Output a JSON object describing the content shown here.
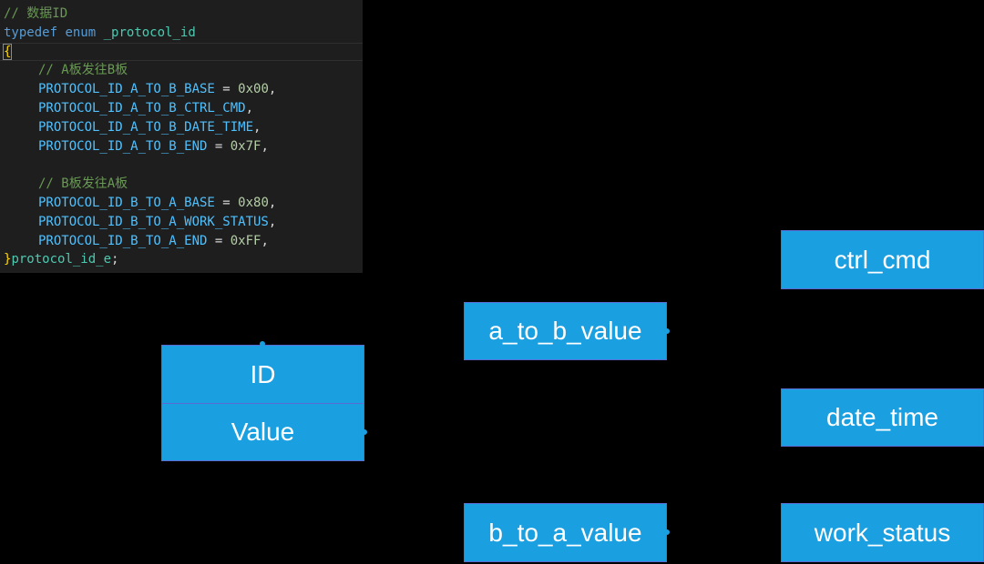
{
  "code": {
    "comment_data_id": "// 数据ID",
    "kw_typedef": "typedef",
    "kw_enum": "enum",
    "enum_name": "_protocol_id",
    "open_brace": "{",
    "comment_a_to_b": "// A板发往B板",
    "a_to_b_base": "PROTOCOL_ID_A_TO_B_BASE",
    "a_to_b_base_value": "0x00",
    "a_to_b_ctrl_cmd": "PROTOCOL_ID_A_TO_B_CTRL_CMD",
    "a_to_b_date_time": "PROTOCOL_ID_A_TO_B_DATE_TIME",
    "a_to_b_end": "PROTOCOL_ID_A_TO_B_END",
    "a_to_b_end_value": "0x7F",
    "comment_b_to_a": "// B板发往A板",
    "b_to_a_base": "PROTOCOL_ID_B_TO_A_BASE",
    "b_to_a_base_value": "0x80",
    "b_to_a_work_status": "PROTOCOL_ID_B_TO_A_WORK_STATUS",
    "b_to_a_end": "PROTOCOL_ID_B_TO_A_END",
    "b_to_a_end_value": "0xFF",
    "close_brace": "}",
    "typedef_name": "protocol_id_e",
    "semicolon": ";",
    "comma": ",",
    "equals": " = "
  },
  "diagram": {
    "id_label": "ID",
    "value_label": "Value",
    "a_to_b_value_label": "a_to_b_value",
    "b_to_a_value_label": "b_to_a_value",
    "ctrl_cmd_label": "ctrl_cmd",
    "date_time_label": "date_time",
    "work_status_label": "work_status"
  },
  "colors": {
    "box_fill": "#1a9fe0",
    "box_border": "#5a6cd1",
    "background": "#000000",
    "code_background": "#1e1e1e"
  }
}
